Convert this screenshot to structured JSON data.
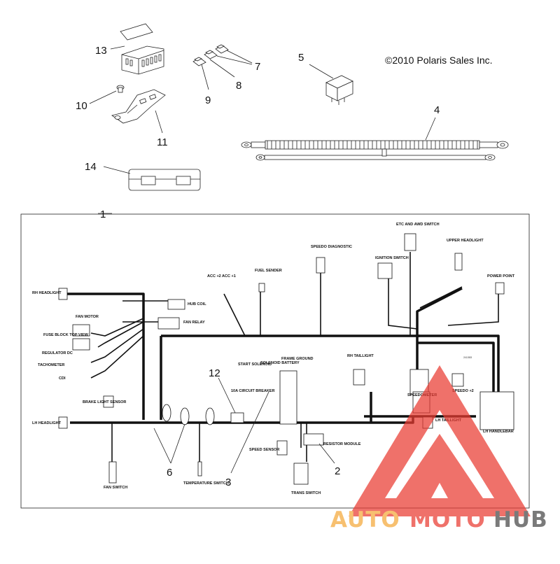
{
  "copyright": "©2010 Polaris Sales Inc.",
  "callouts": {
    "c1": "1",
    "c2": "2",
    "c3": "3",
    "c4": "4",
    "c5": "5",
    "c6": "6",
    "c7": "7",
    "c8": "8",
    "c9": "9",
    "c10": "10",
    "c11": "11",
    "c12": "12",
    "c13": "13",
    "c14": "14"
  },
  "labels": {
    "rh_headlight": "RH HEADLIGHT",
    "lh_headlight": "LH HEADLIGHT",
    "fan_motor": "FAN MOTOR",
    "fuse_block": "FUSE BLOCK TOP VIEW",
    "regulator": "REGULATOR DC",
    "tachometer": "TACHOMETER",
    "cdi": "CDI",
    "hub_coil": "HUB COIL",
    "fan_relay": "FAN RELAY",
    "acc": "ACC +2 ACC +1",
    "fuel_sender": "FUEL SENDER",
    "speedo_diag": "SPEEDO DIAGNOSTIC",
    "ignition_switch": "IGNITION SWITCH",
    "etc_awd": "ETC AND AWD SWITCH",
    "upper_headlight": "UPPER HEADLIGHT",
    "power_point": "POWER POINT",
    "start_solenoid": "START SOLENOID",
    "solenoid_battery": "SOLENOID BATTERY",
    "frame_ground": "FRAME GROUND",
    "rh_taillight": "RH TAILLIGHT",
    "speedometer": "SPEEDOMETER",
    "speedo2": "SPEEDO +2",
    "lh_taillight": "LH TAILLIGHT",
    "lh_handlebar": "LH HANDLEBAR",
    "brake_light": "BRAKE LIGHT SENSOR",
    "circuit_breaker": "10A CIRCUIT BREAKER",
    "speed_sensor": "SPEED SENSOR",
    "resistor_module": "RESISTOR MODULE",
    "trans_switch": "TRANS SWITCH",
    "temperature_switch": "TEMPERATURE SWITCH",
    "fan_switch": "FAN SWITCH",
    "part_no": "2411553"
  },
  "watermark": {
    "part1": "AUTO",
    "part2": "MOTO",
    "part3": "HUB"
  },
  "colors": {
    "line": "#1a1a1a",
    "harness": "#111111",
    "watermark_red": "#ea3b32",
    "watermark_orange": "#f5a83a",
    "watermark_dark": "#474747"
  }
}
